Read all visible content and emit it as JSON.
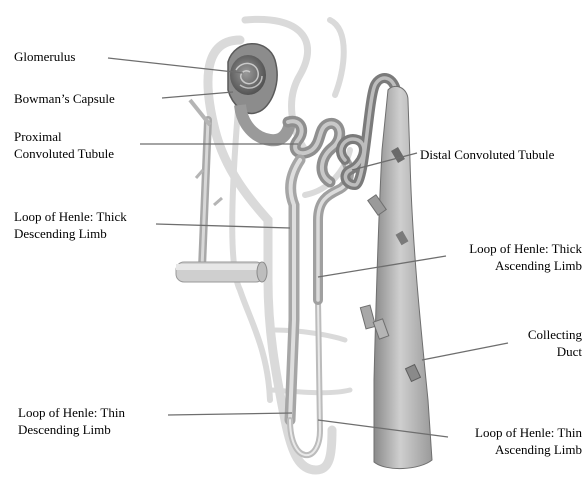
{
  "labels": {
    "glomerulus": "Glomerulus",
    "bowmans_capsule": "Bowman’s Capsule",
    "proximal_line1": "Proximal",
    "proximal_line2": "Convoluted Tubule",
    "distal": "Distal Convoluted Tubule",
    "thick_desc_line1": "Loop of Henle: Thick",
    "thick_desc_line2": "Descending  Limb",
    "thick_asc_line1": "Loop of Henle: Thick",
    "thick_asc_line2": "Ascending  Limb",
    "collecting_line1": "Collecting",
    "collecting_line2": "Duct",
    "thin_desc_line1": "Loop of Henle: Thin",
    "thin_desc_line2": "Descending  Limb",
    "thin_asc_line1": "Loop of Henle: Thin",
    "thin_asc_line2": "Ascending  Limb"
  }
}
